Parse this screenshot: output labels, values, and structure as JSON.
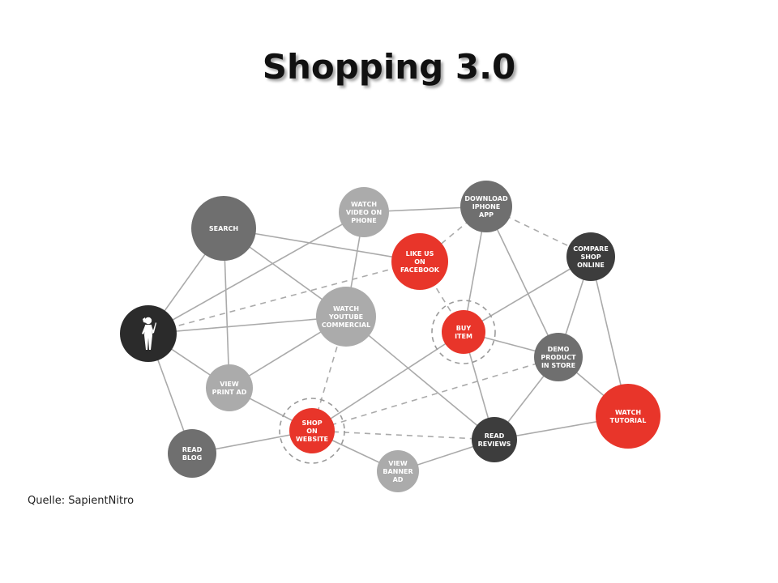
{
  "title": "Shopping 3.0",
  "source": "Quelle: SapientNitro",
  "colors": {
    "red": "#e8352a",
    "dark": "#3d3d3d",
    "mid": "#6f6f6f",
    "light": "#ababab",
    "person": "#2b2b2b",
    "edge": "#aaaaaa"
  },
  "nodes": [
    {
      "id": "search",
      "lines": [
        "SEARCH"
      ],
      "color": "mid"
    },
    {
      "id": "watch-video-phone",
      "lines": [
        "WATCH",
        "VIDEO ON",
        "PHONE"
      ],
      "color": "light"
    },
    {
      "id": "download-iphone-app",
      "lines": [
        "DOWNLOAD",
        "IPHONE",
        "APP"
      ],
      "color": "mid"
    },
    {
      "id": "like-facebook",
      "lines": [
        "LIKE US",
        "ON",
        "FACEBOOK"
      ],
      "color": "red"
    },
    {
      "id": "compare-shop-online",
      "lines": [
        "COMPARE",
        "SHOP",
        "ONLINE"
      ],
      "color": "dark"
    },
    {
      "id": "consumer",
      "lines": [],
      "color": "person",
      "icon": "person-silhouette-icon"
    },
    {
      "id": "watch-youtube",
      "lines": [
        "WATCH",
        "YOUTUBE",
        "COMMERCIAL"
      ],
      "color": "light"
    },
    {
      "id": "buy-item",
      "lines": [
        "BUY",
        "ITEM"
      ],
      "color": "red",
      "ring": true
    },
    {
      "id": "demo-product",
      "lines": [
        "DEMO",
        "PRODUCT",
        "IN STORE"
      ],
      "color": "mid"
    },
    {
      "id": "view-print-ad",
      "lines": [
        "VIEW",
        "PRINT AD"
      ],
      "color": "light"
    },
    {
      "id": "watch-tutorial",
      "lines": [
        "WATCH",
        "TUTORIAL"
      ],
      "color": "red"
    },
    {
      "id": "shop-website",
      "lines": [
        "SHOP",
        "ON",
        "WEBSITE"
      ],
      "color": "red",
      "ring": true
    },
    {
      "id": "read-reviews",
      "lines": [
        "READ",
        "REVIEWS"
      ],
      "color": "dark"
    },
    {
      "id": "read-blog",
      "lines": [
        "READ",
        "BLOG"
      ],
      "color": "mid"
    },
    {
      "id": "view-banner-ad",
      "lines": [
        "VIEW",
        "BANNER",
        "AD"
      ],
      "color": "light"
    }
  ],
  "edges": [
    {
      "from": "consumer",
      "to": "search",
      "style": "solid"
    },
    {
      "from": "consumer",
      "to": "watch-video-phone",
      "style": "solid"
    },
    {
      "from": "consumer",
      "to": "like-facebook",
      "style": "dashed"
    },
    {
      "from": "consumer",
      "to": "watch-youtube",
      "style": "solid"
    },
    {
      "from": "consumer",
      "to": "view-print-ad",
      "style": "solid"
    },
    {
      "from": "consumer",
      "to": "read-blog",
      "style": "solid"
    },
    {
      "from": "search",
      "to": "like-facebook",
      "style": "solid"
    },
    {
      "from": "search",
      "to": "watch-youtube",
      "style": "solid"
    },
    {
      "from": "search",
      "to": "view-print-ad",
      "style": "solid"
    },
    {
      "from": "watch-video-phone",
      "to": "download-iphone-app",
      "style": "solid"
    },
    {
      "from": "watch-video-phone",
      "to": "watch-youtube",
      "style": "solid"
    },
    {
      "from": "download-iphone-app",
      "to": "like-facebook",
      "style": "dashed"
    },
    {
      "from": "download-iphone-app",
      "to": "compare-shop-online",
      "style": "dashed"
    },
    {
      "from": "download-iphone-app",
      "to": "buy-item",
      "style": "solid"
    },
    {
      "from": "download-iphone-app",
      "to": "demo-product",
      "style": "solid"
    },
    {
      "from": "like-facebook",
      "to": "buy-item",
      "style": "dashed"
    },
    {
      "from": "compare-shop-online",
      "to": "buy-item",
      "style": "solid"
    },
    {
      "from": "compare-shop-online",
      "to": "demo-product",
      "style": "solid"
    },
    {
      "from": "compare-shop-online",
      "to": "watch-tutorial",
      "style": "solid"
    },
    {
      "from": "watch-youtube",
      "to": "view-print-ad",
      "style": "solid"
    },
    {
      "from": "watch-youtube",
      "to": "shop-website",
      "style": "dashed"
    },
    {
      "from": "watch-youtube",
      "to": "read-reviews",
      "style": "solid"
    },
    {
      "from": "buy-item",
      "to": "demo-product",
      "style": "solid"
    },
    {
      "from": "buy-item",
      "to": "shop-website",
      "style": "solid"
    },
    {
      "from": "buy-item",
      "to": "read-reviews",
      "style": "solid"
    },
    {
      "from": "demo-product",
      "to": "watch-tutorial",
      "style": "solid"
    },
    {
      "from": "demo-product",
      "to": "shop-website",
      "style": "dashed"
    },
    {
      "from": "demo-product",
      "to": "read-reviews",
      "style": "solid"
    },
    {
      "from": "view-print-ad",
      "to": "shop-website",
      "style": "solid"
    },
    {
      "from": "shop-website",
      "to": "read-reviews",
      "style": "dashed"
    },
    {
      "from": "shop-website",
      "to": "view-banner-ad",
      "style": "solid"
    },
    {
      "from": "shop-website",
      "to": "read-blog",
      "style": "solid"
    },
    {
      "from": "watch-tutorial",
      "to": "read-reviews",
      "style": "solid"
    },
    {
      "from": "read-reviews",
      "to": "view-banner-ad",
      "style": "solid"
    }
  ]
}
